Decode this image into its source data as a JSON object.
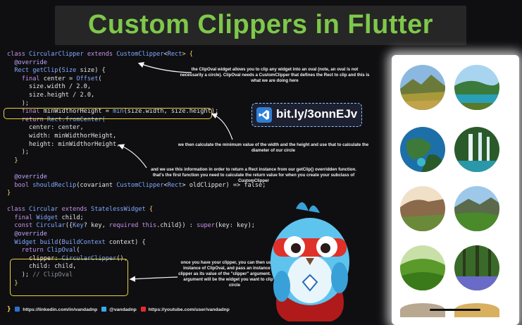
{
  "title": "Custom Clippers in Flutter",
  "code_lines": [
    [
      {
        "t": "class ",
        "c": "kw"
      },
      {
        "t": "CircularClipper",
        "c": "ty"
      },
      {
        "t": " extends ",
        "c": "kw"
      },
      {
        "t": "CustomClipper",
        "c": "ty"
      },
      {
        "t": "<",
        "c": ""
      },
      {
        "t": "Rect",
        "c": "ty"
      },
      {
        "t": "> {",
        "c": "br"
      }
    ],
    [
      {
        "t": "  @override",
        "c": "ann"
      }
    ],
    [
      {
        "t": "  Rect ",
        "c": "ty"
      },
      {
        "t": "getClip",
        "c": "ty"
      },
      {
        "t": "(",
        "c": ""
      },
      {
        "t": "Size",
        "c": "ty"
      },
      {
        "t": " size) {",
        "c": ""
      }
    ],
    [
      {
        "t": "    final ",
        "c": "kw"
      },
      {
        "t": "center = ",
        "c": ""
      },
      {
        "t": "Offset",
        "c": "ty"
      },
      {
        "t": "(",
        "c": ""
      }
    ],
    [
      {
        "t": "      size.width / 2.0,",
        "c": ""
      }
    ],
    [
      {
        "t": "      size.height / 2.0,",
        "c": ""
      }
    ],
    [
      {
        "t": "    );",
        "c": ""
      }
    ],
    [
      {
        "t": "    final ",
        "c": "kw"
      },
      {
        "t": "minWidthorHeight = ",
        "c": ""
      },
      {
        "t": "min",
        "c": "ty"
      },
      {
        "t": "(size.width, size.height);",
        "c": ""
      }
    ],
    [
      {
        "t": "    return ",
        "c": "kw"
      },
      {
        "t": "Rect",
        "c": "ty"
      },
      {
        "t": ".fromCenter(",
        "c": "ty"
      }
    ],
    [
      {
        "t": "      center: center,",
        "c": ""
      }
    ],
    [
      {
        "t": "      width: minWidthorHeight,",
        "c": ""
      }
    ],
    [
      {
        "t": "      height: minWidthorHeight,",
        "c": ""
      }
    ],
    [
      {
        "t": "    );",
        "c": ""
      }
    ],
    [
      {
        "t": "  }",
        "c": "br"
      }
    ],
    [
      {
        "t": "",
        "c": ""
      }
    ],
    [
      {
        "t": "  @override",
        "c": "ann"
      }
    ],
    [
      {
        "t": "  bool ",
        "c": "kw"
      },
      {
        "t": "shouldReclip",
        "c": "ty"
      },
      {
        "t": "(covariant ",
        "c": ""
      },
      {
        "t": "CustomClipper",
        "c": "ty"
      },
      {
        "t": "<",
        "c": ""
      },
      {
        "t": "Rect",
        "c": "ty"
      },
      {
        "t": "> oldClipper) => false;",
        "c": ""
      }
    ],
    [
      {
        "t": "}",
        "c": "br"
      }
    ],
    [
      {
        "t": "",
        "c": ""
      }
    ],
    [
      {
        "t": "class ",
        "c": "kw"
      },
      {
        "t": "Circular",
        "c": "ty"
      },
      {
        "t": " extends ",
        "c": "kw"
      },
      {
        "t": "StatelessWidget",
        "c": "ty"
      },
      {
        "t": " {",
        "c": "br"
      }
    ],
    [
      {
        "t": "  final ",
        "c": "kw"
      },
      {
        "t": "Widget",
        "c": "ty"
      },
      {
        "t": " child;",
        "c": ""
      }
    ],
    [
      {
        "t": "  const ",
        "c": "kw"
      },
      {
        "t": "Circular",
        "c": "ty"
      },
      {
        "t": "({",
        "c": ""
      },
      {
        "t": "Key",
        "c": "ty"
      },
      {
        "t": "? key, ",
        "c": ""
      },
      {
        "t": "required ",
        "c": "kw"
      },
      {
        "t": "this",
        "c": "kw"
      },
      {
        "t": ".child}) : ",
        "c": ""
      },
      {
        "t": "super",
        "c": "kw"
      },
      {
        "t": "(key: key);",
        "c": ""
      }
    ],
    [
      {
        "t": "  @override",
        "c": "ann"
      }
    ],
    [
      {
        "t": "  Widget ",
        "c": "ty"
      },
      {
        "t": "build",
        "c": "ty"
      },
      {
        "t": "(",
        "c": ""
      },
      {
        "t": "BuildContext",
        "c": "ty"
      },
      {
        "t": " context) {",
        "c": ""
      }
    ],
    [
      {
        "t": "    return ",
        "c": "kw"
      },
      {
        "t": "ClipOval",
        "c": "ty"
      },
      {
        "t": "(",
        "c": ""
      }
    ],
    [
      {
        "t": "      clipper: ",
        "c": ""
      },
      {
        "t": "CircularClipper",
        "c": "ty"
      },
      {
        "t": "(),",
        "c": ""
      }
    ],
    [
      {
        "t": "      child: child,",
        "c": ""
      }
    ],
    [
      {
        "t": "    ); ",
        "c": ""
      },
      {
        "t": "// ClipOval",
        "c": "cm"
      }
    ],
    [
      {
        "t": "  }",
        "c": "br"
      }
    ]
  ],
  "notes": {
    "clipoval": "the ClipOval widget allows you to clip any widget into an oval (note, an oval is not necessarily a circle). ClipOval needs a CustomClipper that defines the Rect to clip and this is what we are doing here",
    "min": "we then calculate the minimum value of the width and the height and use that to calculate the diameter of our circle",
    "rect": "and we use this information in order to return a Rect instance from our getClip() overridden function. that's the first function you need to calculate the return value for when you create your subclass of CustomClipper",
    "usage": "once you have your clipper, you can then use it in an instance of ClipOval, and pass an instance of your clipper as its value of the \"clipper\" argument. The child argument will be the widget you want to clip into a circle"
  },
  "link": "bit.ly/3onnEJv",
  "footer": {
    "linkedin": "https://linkedin.com/in/vandadnp",
    "twitter": "@vandadnp",
    "youtube": "https://youtube.com/user/vandadnp",
    "brace": "}"
  },
  "colors": {
    "accent": "#7ec84a",
    "highlight": "#ecd23a",
    "link_border": "#8ec3ff"
  }
}
